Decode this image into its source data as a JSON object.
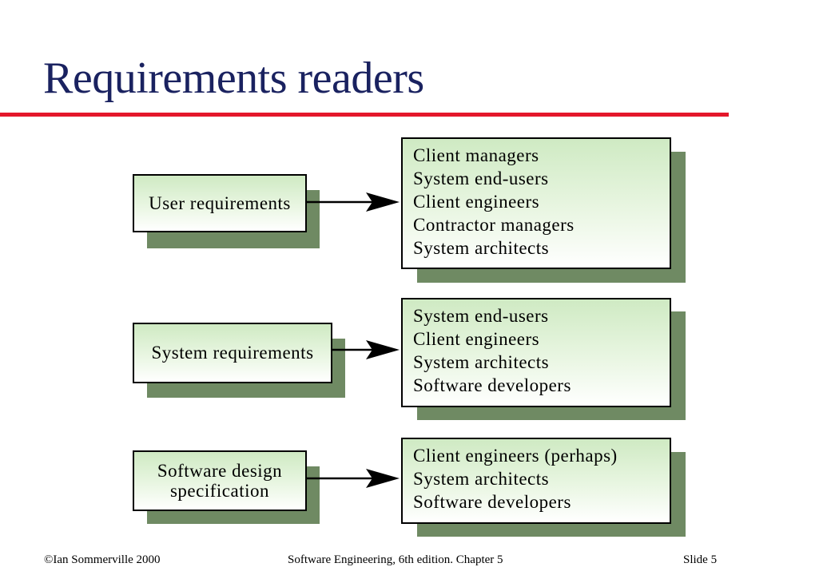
{
  "slide": {
    "title": "Requirements readers",
    "colors": {
      "title": "#1a2260",
      "rule": "#e4172b",
      "box_fill_top": "#cfeac3",
      "box_shadow": "#6f8a63"
    }
  },
  "diagram": {
    "rows": [
      {
        "source": {
          "lines": [
            "User requirements"
          ]
        },
        "readers": [
          "Client managers",
          "System end-users",
          "Client engineers",
          "Contractor managers",
          "System architects"
        ]
      },
      {
        "source": {
          "lines": [
            "System requirements"
          ]
        },
        "readers": [
          "System end-users",
          "Client engineers",
          "System architects",
          "Software developers"
        ]
      },
      {
        "source": {
          "lines": [
            "Software design",
            "specification"
          ]
        },
        "readers": [
          "Client engineers (perhaps)",
          "System architects",
          "Software developers"
        ]
      }
    ]
  },
  "footer": {
    "left": "©Ian Sommerville 2000",
    "center": "Software Engineering, 6th edition. Chapter 5",
    "right": "Slide  5"
  }
}
